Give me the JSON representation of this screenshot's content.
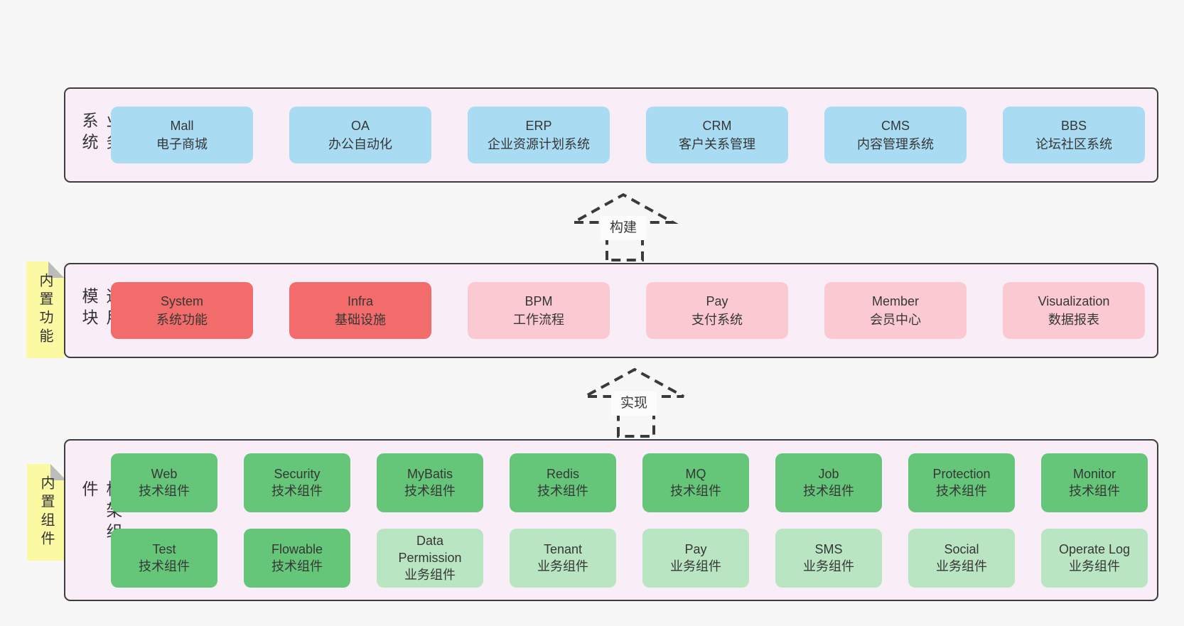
{
  "layers": [
    {
      "label": "业务系统",
      "boxes": [
        {
          "name": "Mall",
          "desc": "电子商城"
        },
        {
          "name": "OA",
          "desc": "办公自动化"
        },
        {
          "name": "ERP",
          "desc": "企业资源计划系统"
        },
        {
          "name": "CRM",
          "desc": "客户关系管理"
        },
        {
          "name": "CMS",
          "desc": "内容管理系统"
        },
        {
          "name": "BBS",
          "desc": "论坛社区系统"
        }
      ]
    },
    {
      "label": "通用模块",
      "sticky": "内置功能",
      "boxes": [
        {
          "name": "System",
          "desc": "系统功能"
        },
        {
          "name": "Infra",
          "desc": "基础设施"
        },
        {
          "name": "BPM",
          "desc": "工作流程"
        },
        {
          "name": "Pay",
          "desc": "支付系统"
        },
        {
          "name": "Member",
          "desc": "会员中心"
        },
        {
          "name": "Visualization",
          "desc": "数据报表"
        }
      ]
    },
    {
      "label": "框架组件",
      "sticky": "内置组件",
      "rows": [
        [
          {
            "name": "Web",
            "desc": "技术组件"
          },
          {
            "name": "Security",
            "desc": "技术组件"
          },
          {
            "name": "MyBatis",
            "desc": "技术组件"
          },
          {
            "name": "Redis",
            "desc": "技术组件"
          },
          {
            "name": "MQ",
            "desc": "技术组件"
          },
          {
            "name": "Job",
            "desc": "技术组件"
          },
          {
            "name": "Protection",
            "desc": "技术组件"
          },
          {
            "name": "Monitor",
            "desc": "技术组件"
          }
        ],
        [
          {
            "name": "Test",
            "desc": "技术组件"
          },
          {
            "name": "Flowable",
            "desc": "技术组件"
          },
          {
            "name": "Data Permission",
            "desc": "业务组件"
          },
          {
            "name": "Tenant",
            "desc": "业务组件"
          },
          {
            "name": "Pay",
            "desc": "业务组件"
          },
          {
            "name": "SMS",
            "desc": "业务组件"
          },
          {
            "name": "Social",
            "desc": "业务组件"
          },
          {
            "name": "Operate Log",
            "desc": "业务组件"
          }
        ]
      ]
    }
  ],
  "arrows": [
    {
      "label": "构建"
    },
    {
      "label": "实现"
    }
  ],
  "colors": {
    "page": "#f7f7f7",
    "panel": "#f9eef7",
    "panelBorder": "#3d3d3d",
    "blue": "#a9dbf3",
    "red": "#f36c6c",
    "pink": "#fac9d2",
    "green": "#65c679",
    "lightGreen": "#b9e5c2",
    "sticky": "#fbfaa3",
    "fold": "#bcbcbc",
    "text": "#3a3a3a"
  }
}
